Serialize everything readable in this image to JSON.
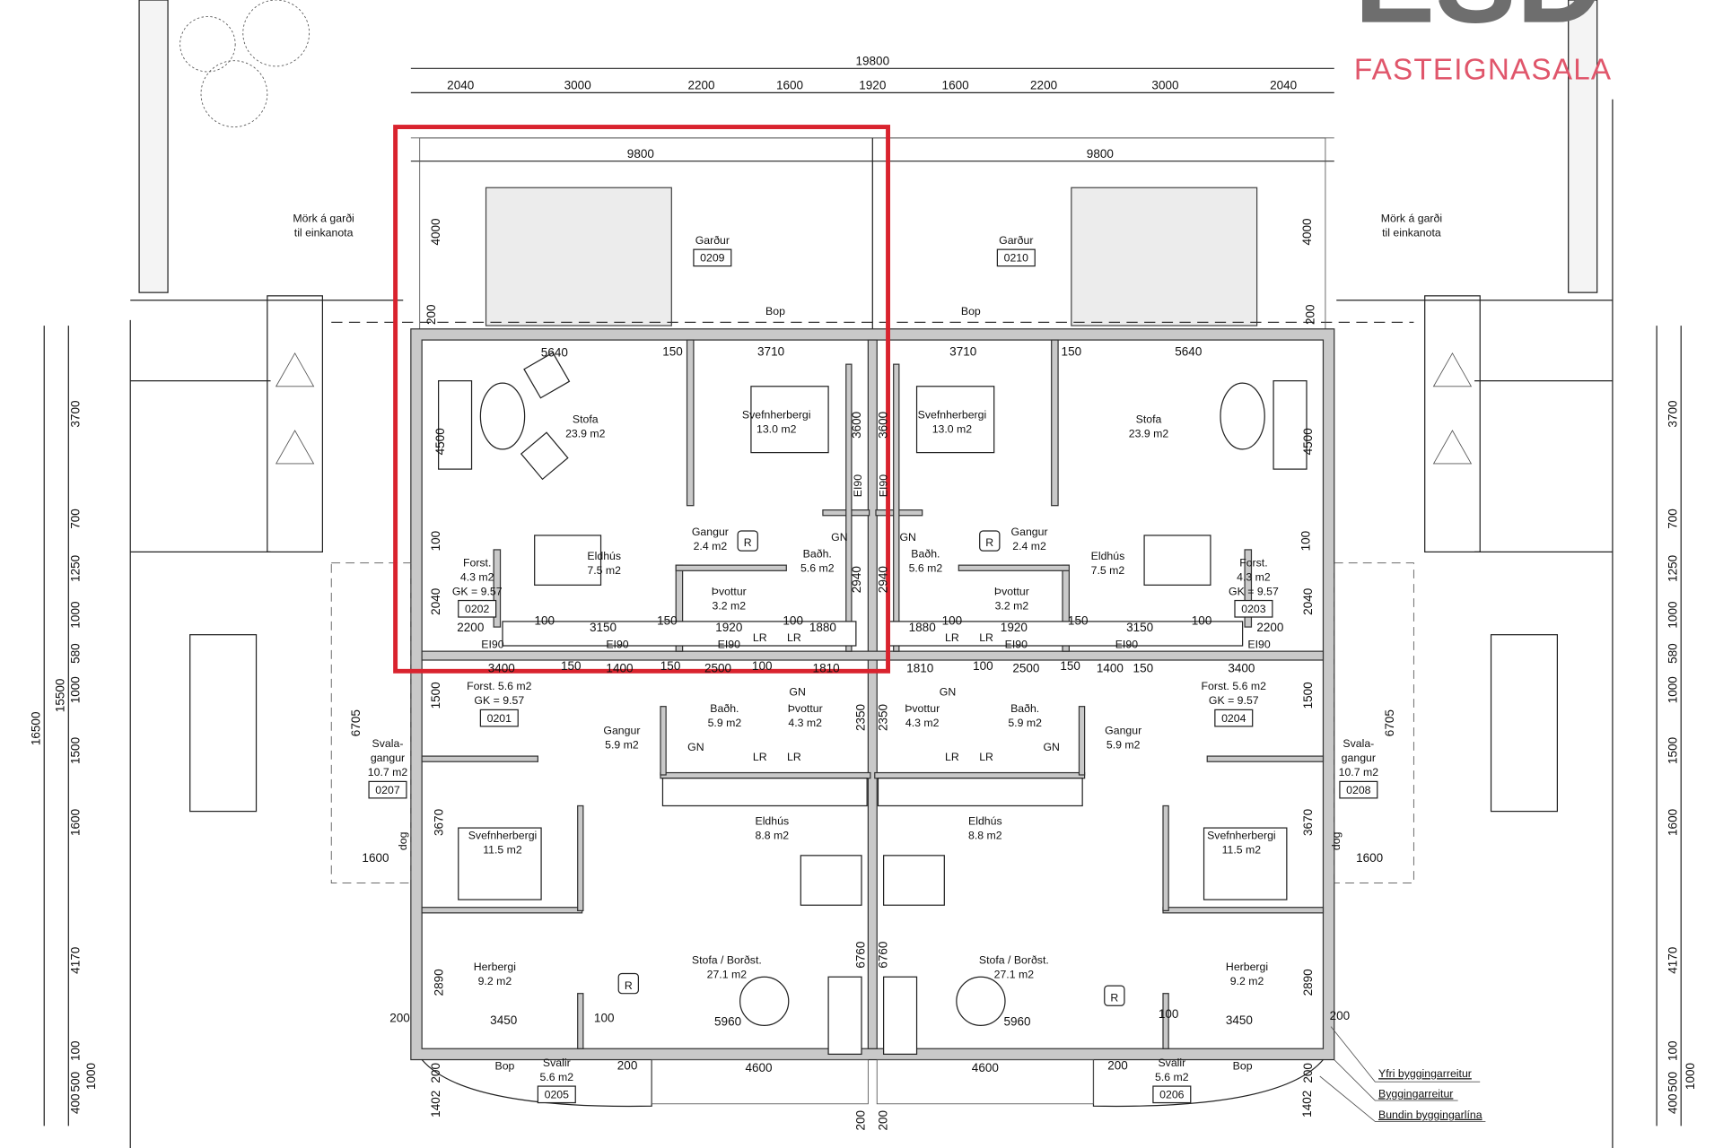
{
  "logo": {
    "mark": "ESD",
    "subtitle": "FASTEIGNASALA",
    "color": "#e0566b"
  },
  "highlight_color": "#d9232e",
  "top_dimensions": {
    "total": "19800",
    "segments": [
      "2040",
      "3000",
      "2200",
      "1600",
      "1920",
      "1600",
      "2200",
      "3000",
      "2040"
    ],
    "unit_widths": [
      "9800",
      "9800"
    ]
  },
  "side_dimensions": {
    "left_total": "16500",
    "left_inner": "15500",
    "segments": [
      "3700",
      "700",
      "1250",
      "1000",
      "580",
      "1000",
      "1500",
      "1600",
      "4170",
      "1000",
      "400",
      "500",
      "100"
    ]
  },
  "interior_dimensions": [
    "4000",
    "200",
    "5640",
    "150",
    "3710",
    "3710",
    "150",
    "5640",
    "4000",
    "200",
    "4500",
    "3600",
    "3600",
    "4500",
    "100",
    "2940",
    "2940",
    "100",
    "2040",
    "2200",
    "100",
    "3150",
    "150",
    "1920",
    "100",
    "1880",
    "1880",
    "100",
    "1920",
    "150",
    "3150",
    "100",
    "2200",
    "2040",
    "3400",
    "150",
    "1400",
    "150",
    "2500",
    "100",
    "1810",
    "1810",
    "100",
    "2500",
    "150",
    "1400",
    "150",
    "3400",
    "1500",
    "1500",
    "6705",
    "6705",
    "2350",
    "2350",
    "3670",
    "3670",
    "1600",
    "1600",
    "6760",
    "6760",
    "2890",
    "2890",
    "3450",
    "3450",
    "5960",
    "5960",
    "100",
    "100",
    "200",
    "200",
    "4600",
    "4600",
    "200",
    "200",
    "1402",
    "1402",
    "200",
    "200",
    "200",
    "200"
  ],
  "wall_tags": [
    "EI90",
    "EI90",
    "EI90",
    "EI90",
    "EI90",
    "EI90",
    "EI90",
    "EI90"
  ],
  "fixture_tags": [
    "GN",
    "GN",
    "GN",
    "GN",
    "GN",
    "GN",
    "LR",
    "LR",
    "LR",
    "LR",
    "LR",
    "LR",
    "LR",
    "LR"
  ],
  "annotations": {
    "private_garden": [
      "Mörk á garði",
      "til einkanota"
    ],
    "bop": "Bop",
    "dog": "dog"
  },
  "rooms": [
    {
      "name": "Garður",
      "id": "0209"
    },
    {
      "name": "Garður",
      "id": "0210"
    },
    {
      "name": "Stofa",
      "area": "23.9 m2"
    },
    {
      "name": "Svefnherbergi",
      "area": "13.0 m2"
    },
    {
      "name": "Gangur",
      "area": "2.4 m2"
    },
    {
      "name": "Baðh.",
      "area": "5.6 m2"
    },
    {
      "name": "Eldhús",
      "area": "7.5 m2"
    },
    {
      "name": "Forst.",
      "area": "4.3 m2",
      "gk": "GK = 9.57",
      "id": "0202"
    },
    {
      "name": "Þvottur",
      "area": "3.2 m2"
    },
    {
      "name": "Svefnherbergi",
      "area": "13.0 m2"
    },
    {
      "name": "Stofa",
      "area": "23.9 m2"
    },
    {
      "name": "Gangur",
      "area": "2.4 m2"
    },
    {
      "name": "Baðh.",
      "area": "5.6 m2"
    },
    {
      "name": "Eldhús",
      "area": "7.5 m2"
    },
    {
      "name": "Forst.",
      "area": "4.3 m2",
      "gk": "GK = 9.57",
      "id": "0203"
    },
    {
      "name": "Þvottur",
      "area": "3.2 m2"
    },
    {
      "name": "Forst. 5.6 m2",
      "area": "",
      "gk": "GK = 9.57",
      "id": "0201"
    },
    {
      "name": "Gangur",
      "area": "5.9 m2"
    },
    {
      "name": "Baðh.",
      "area": "5.9 m2"
    },
    {
      "name": "Þvottur",
      "area": "4.3 m2"
    },
    {
      "name": "Eldhús",
      "area": "8.8 m2"
    },
    {
      "name": "Svefnherbergi",
      "area": "11.5 m2"
    },
    {
      "name": "Herbergi",
      "area": "9.2 m2"
    },
    {
      "name": "Stofa / Borðst.",
      "area": "27.1 m2"
    },
    {
      "name": "Svalir",
      "area": "5.6 m2",
      "id": "0205"
    },
    {
      "name": "Svala-",
      "area": "gangur",
      "gk": "10.7 m2",
      "id": "0207"
    },
    {
      "name": "Forst. 5.6 m2",
      "area": "",
      "gk": "GK = 9.57",
      "id": "0204"
    },
    {
      "name": "Gangur",
      "area": "5.9 m2"
    },
    {
      "name": "Baðh.",
      "area": "5.9 m2"
    },
    {
      "name": "Þvottur",
      "area": "4.3 m2"
    },
    {
      "name": "Eldhús",
      "area": "8.8 m2"
    },
    {
      "name": "Svefnherbergi",
      "area": "11.5 m2"
    },
    {
      "name": "Herbergi",
      "area": "9.2 m2"
    },
    {
      "name": "Stofa / Borðst.",
      "area": "27.1 m2"
    },
    {
      "name": "Svalir",
      "area": "5.6 m2",
      "id": "0206"
    },
    {
      "name": "Svala-",
      "area": "gangur",
      "gk": "10.7 m2",
      "id": "0208"
    }
  ],
  "radiator_mark": "R",
  "legend": [
    "Yfri byggingarreitur",
    "Byggingarreitur",
    "Bundin byggingarlína"
  ]
}
